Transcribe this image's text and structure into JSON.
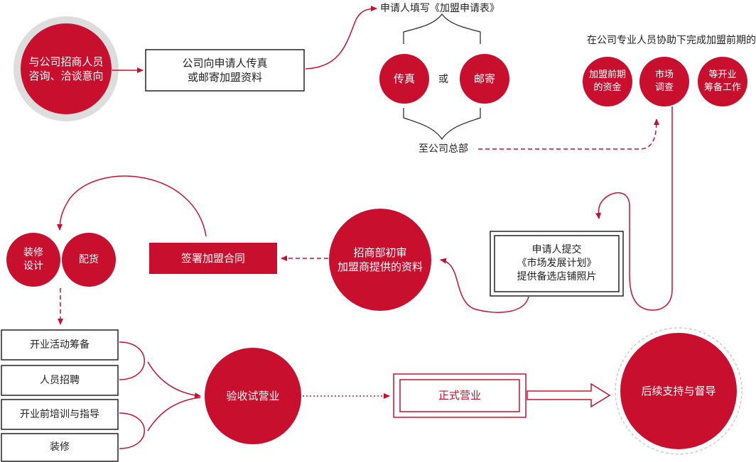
{
  "colors": {
    "accent": "#c8102e",
    "accent_dark": "#a50c24",
    "text": "#222222",
    "box_border": "#222222"
  },
  "nodes": {
    "consult": "与公司招商人员\n咨询、洽谈意向",
    "fax_info": "公司向申请人传真\n或邮寄加盟资料",
    "fill_form": "申请人填写《加盟申请表》",
    "fax": "传真",
    "or": "或",
    "mail": "邮寄",
    "to_hq": "至公司总部",
    "preliminary_title": "在公司专业人员协助下完成加盟前期的",
    "funds": "加盟前期\n的资金",
    "market": "市场\n调查",
    "prep": "等开业\n筹备工作",
    "submit": "申请人提交\n《市场发展计划》\n提供备选店铺照片",
    "review": "招商部初审\n加盟商提供的资料",
    "contract": "签署加盟合同",
    "decoration_design": "装修\n设计",
    "delivery": "配货",
    "opening_prep": "开业活动筹备",
    "recruit": "人员招聘",
    "training": "开业前培训与指导",
    "decoration": "装修",
    "trial": "验收试营业",
    "formal": "正式营业",
    "support": "后续支持与督导"
  }
}
